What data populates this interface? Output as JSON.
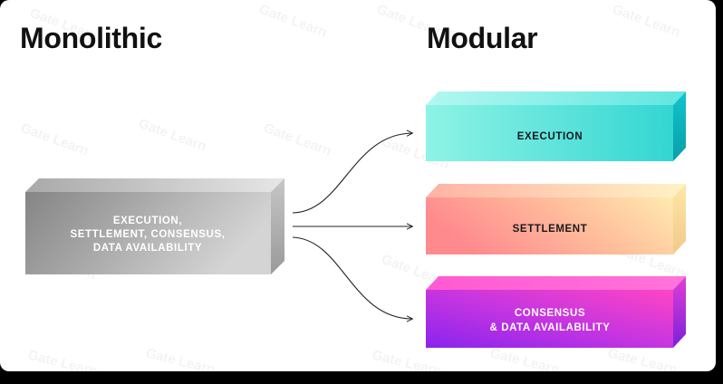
{
  "watermark": "Gate Learn",
  "monolithic": {
    "title": "Monolithic",
    "box_lines": [
      "EXECUTION,",
      "SETTLEMENT, CONSENSUS,",
      "DATA AVAILABILITY"
    ]
  },
  "modular": {
    "title": "Modular",
    "layers": [
      {
        "lines": [
          "EXECUTION"
        ]
      },
      {
        "lines": [
          "SETTLEMENT"
        ]
      },
      {
        "lines": [
          "CONSENSUS",
          "& DATA AVAILABILITY"
        ]
      }
    ]
  }
}
